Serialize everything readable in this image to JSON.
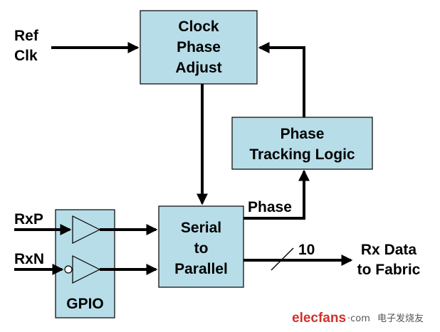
{
  "blocks": {
    "clock_phase_adjust": {
      "lines": [
        "Clock",
        "Phase",
        "Adjust"
      ]
    },
    "phase_tracking_logic": {
      "lines": [
        "Phase",
        "Tracking Logic"
      ]
    },
    "serial_to_parallel": {
      "lines": [
        "Serial",
        "to",
        "Parallel"
      ]
    },
    "gpio": {
      "label": "GPIO"
    }
  },
  "signals": {
    "ref_clk": [
      "Ref",
      "Clk"
    ],
    "rxp": "RxP",
    "rxn": "RxN",
    "phase": "Phase",
    "bus_width": "10",
    "rx_data": [
      "Rx Data",
      "to Fabric"
    ]
  },
  "watermark": {
    "brand": "elecfans",
    "domain": "·com",
    "tagline": "电子发烧友"
  },
  "colors": {
    "block_fill": "#b7dde8",
    "line": "#000000",
    "watermark": "#d0312d"
  }
}
